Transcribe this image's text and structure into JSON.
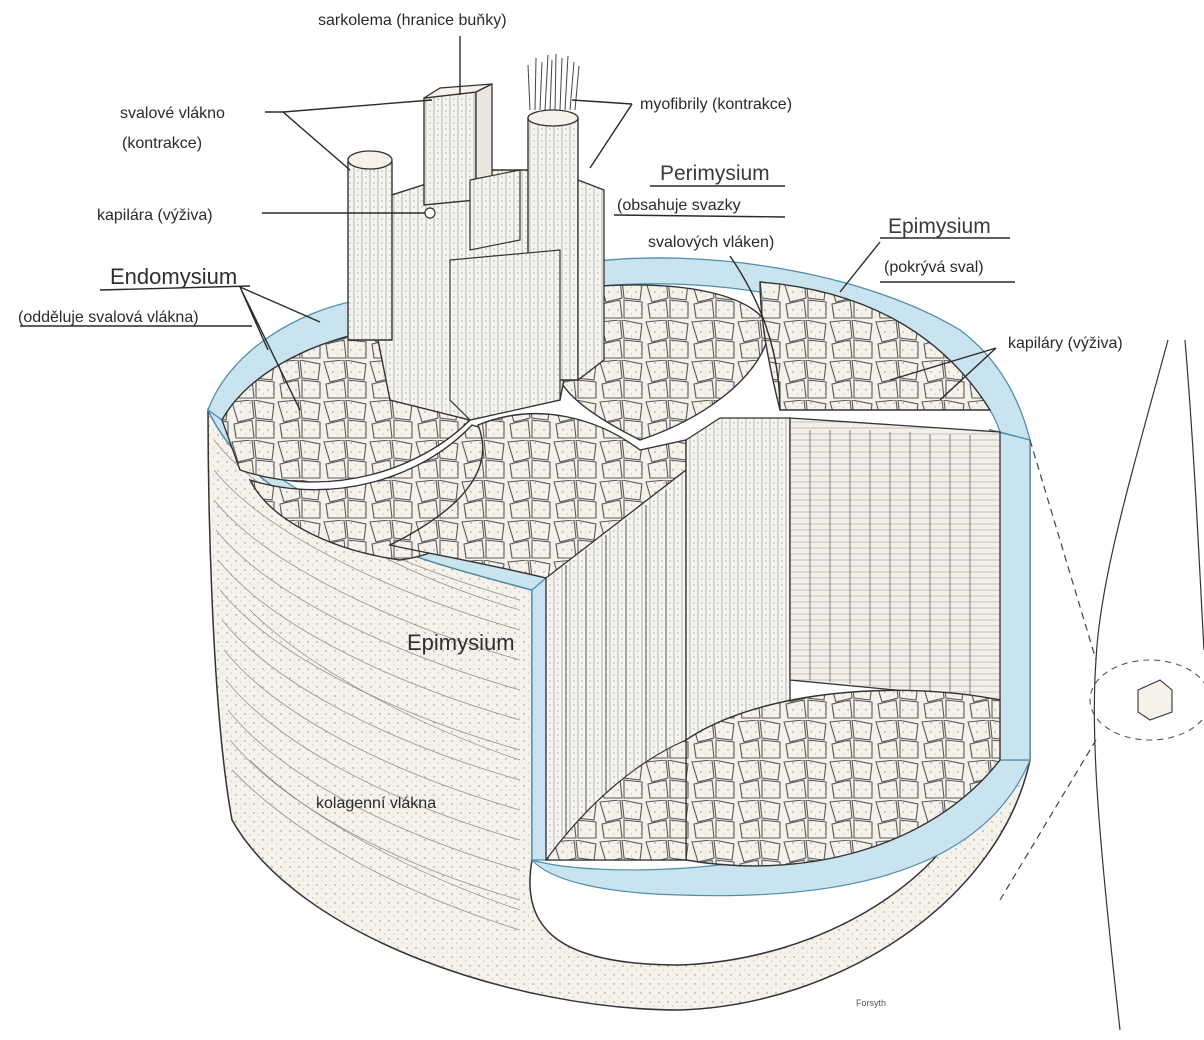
{
  "colors": {
    "epimysium_blue": "#c9e3ef",
    "epimysium_edge": "#6aa6c2",
    "tissue_fill": "#f3f1ea",
    "ink": "#333333",
    "speckle": "#9a9a9a"
  },
  "labels": {
    "sarkolema": "sarkolema (hranice buňky)",
    "svalove_vlakno_1": "svalové vlákno",
    "svalove_vlakno_2": "(kontrakce)",
    "myofibrily": "myofibrily (kontrakce)",
    "kapilara": "kapilára (výživa)",
    "perimysium_title": "Perimysium",
    "perimysium_desc_1": "(obsahuje svazky",
    "perimysium_desc_2": "svalových  vláken)",
    "epimysium_title_top": "Epimysium",
    "epimysium_desc": "(pokrývá sval)",
    "endomysium_title": "Endomysium",
    "endomysium_desc": "(odděluje svalová vlákna)",
    "kapilary": "kapiláry (výživa)",
    "epimysium_side": "Epimysium",
    "kolagenni": "kolagenní vlákna",
    "signature": "Forsyth"
  }
}
